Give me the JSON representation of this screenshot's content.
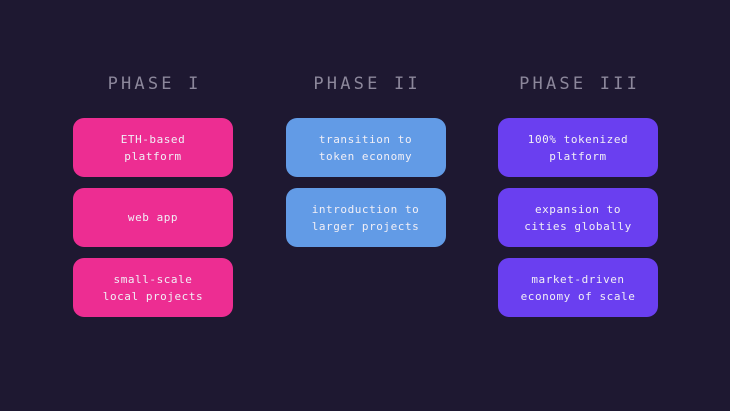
{
  "theme": {
    "background": "#1e1831",
    "title_color": "#8c879b",
    "card_text_color": "#f1eff6",
    "phase1_color": "#ed2d92",
    "phase2_color": "#629be6",
    "phase3_color": "#6a3ff0"
  },
  "columns": [
    {
      "title": "PHASE I",
      "cards": [
        {
          "text": "ETH-based\nplatform"
        },
        {
          "text": "web app"
        },
        {
          "text": "small-scale\nlocal projects"
        }
      ]
    },
    {
      "title": "PHASE II",
      "cards": [
        {
          "text": "transition to\ntoken economy"
        },
        {
          "text": "introduction to\nlarger projects"
        }
      ]
    },
    {
      "title": "PHASE III",
      "cards": [
        {
          "text": "100% tokenized\nplatform"
        },
        {
          "text": "expansion to\ncities globally"
        },
        {
          "text": "market-driven\neconomy of scale"
        }
      ]
    }
  ]
}
